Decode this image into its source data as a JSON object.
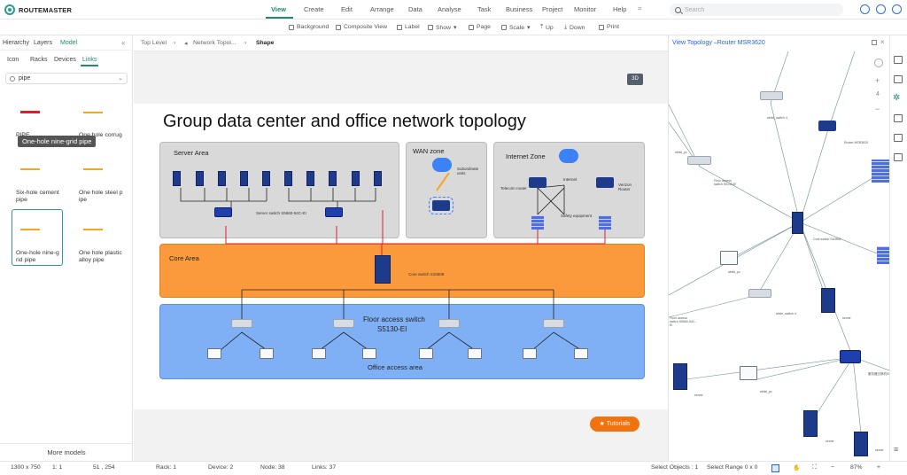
{
  "app": {
    "name": "ROUTEMASTER"
  },
  "menu": [
    "View",
    "Create",
    "Edit",
    "Arrange",
    "Data",
    "Analyse",
    "Task",
    "Business",
    "Project",
    "Monitor",
    "Help"
  ],
  "menu_active": "View",
  "search": {
    "placeholder": "Search"
  },
  "toolbar": {
    "background": "Background",
    "composite": "Composite View",
    "label": "Label",
    "show": "Show",
    "page": "Page",
    "scale": "Scale",
    "up": "Up",
    "down": "Down",
    "print": "Print"
  },
  "left": {
    "tabs": [
      "Hierarchy",
      "Layers",
      "Model"
    ],
    "subtabs": [
      "Icon",
      "Racks",
      "Devices",
      "Links"
    ],
    "search_value": "pipe",
    "tooltip": "One-hole nine-grid pipe",
    "items": [
      {
        "l1": "PIPE",
        "l2": "",
        "color": "#e11d2a"
      },
      {
        "l1": "One hole corrug",
        "l2": "",
        "color": "#f5a623"
      },
      {
        "l1": "",
        "l2": "",
        "color": "#f5a623"
      },
      {
        "l1": "",
        "l2": "",
        "color": "#f5a623"
      },
      {
        "l1": "Six-hole cement",
        "l2": "pipe",
        "color": "#f5a623"
      },
      {
        "l1": "One hole steel p",
        "l2": "ipe",
        "color": "#f5a623"
      },
      {
        "l1": "One-hole nine-g",
        "l2": "rid pipe",
        "color": "#f5a623"
      },
      {
        "l1": "One hole plastic",
        "l2": "alloy pipe",
        "color": "#f5a623"
      }
    ],
    "more": "More models"
  },
  "breadcrumb": {
    "top": "Top Level",
    "net": "Network Topol...",
    "shape": "Shape"
  },
  "canvas": {
    "btn3d": "3D",
    "title": "Group data center and office network topology",
    "server_area": "Server Area",
    "server_switch": "Server switch S5560-54C-EI",
    "wan_zone": "WAN zone",
    "subordinate": "Subordinate units",
    "internet_zone": "Internet Zone",
    "internet": "Internet",
    "telecom": "Telecom router",
    "verizon": "Verizon Router",
    "safety": "Safety equipment",
    "core_area": "Core Area",
    "core_switch": "Core switch S10508",
    "floor_switch_1": "Floor access switch",
    "floor_switch_2": "S5130-EI",
    "office": "Office access area",
    "tutorials": "Tutorials"
  },
  "right": {
    "title": "View Topology –Router MSR3620",
    "zoom_value": "4",
    "nodes": [
      {
        "label": "white_switch 4",
        "kind": "switch"
      },
      {
        "label": "Router MSR3620",
        "kind": "router"
      },
      {
        "label": "white_pc",
        "kind": "laptop"
      },
      {
        "label": "Floor access switch S5130-EI",
        "kind": "switch"
      },
      {
        "label": "Core switch S10508",
        "kind": "server"
      },
      {
        "label": "white_pc",
        "kind": "laptop"
      },
      {
        "label": "white_switch 4",
        "kind": "switch"
      },
      {
        "label": "server",
        "kind": "server"
      },
      {
        "label": "Floor access switch S5560-54C-EI",
        "kind": "switch"
      },
      {
        "label": "white_pc",
        "kind": "laptop"
      },
      {
        "label": "server",
        "kind": "server"
      },
      {
        "label": "server",
        "kind": "server"
      },
      {
        "label": "server",
        "kind": "server"
      },
      {
        "label": "服务器交换机S5560",
        "kind": "switch"
      }
    ]
  },
  "status": {
    "size": "1300 x 750",
    "ratio": "1: 1",
    "coord": "51 , 254",
    "rack": "Rack: 1",
    "device": "Device: 2",
    "node": "Node: 38",
    "links": "Links: 37",
    "select_obj": "Select Objects :  1",
    "select_range": "Select Range  0 x 0",
    "zoom": "87%"
  },
  "colors": {
    "accent": "#1f8a70",
    "core": "#fb9a3c",
    "floor": "#7fb0f5",
    "region": "#d9d9d9",
    "link_red": "#e11d2a"
  }
}
